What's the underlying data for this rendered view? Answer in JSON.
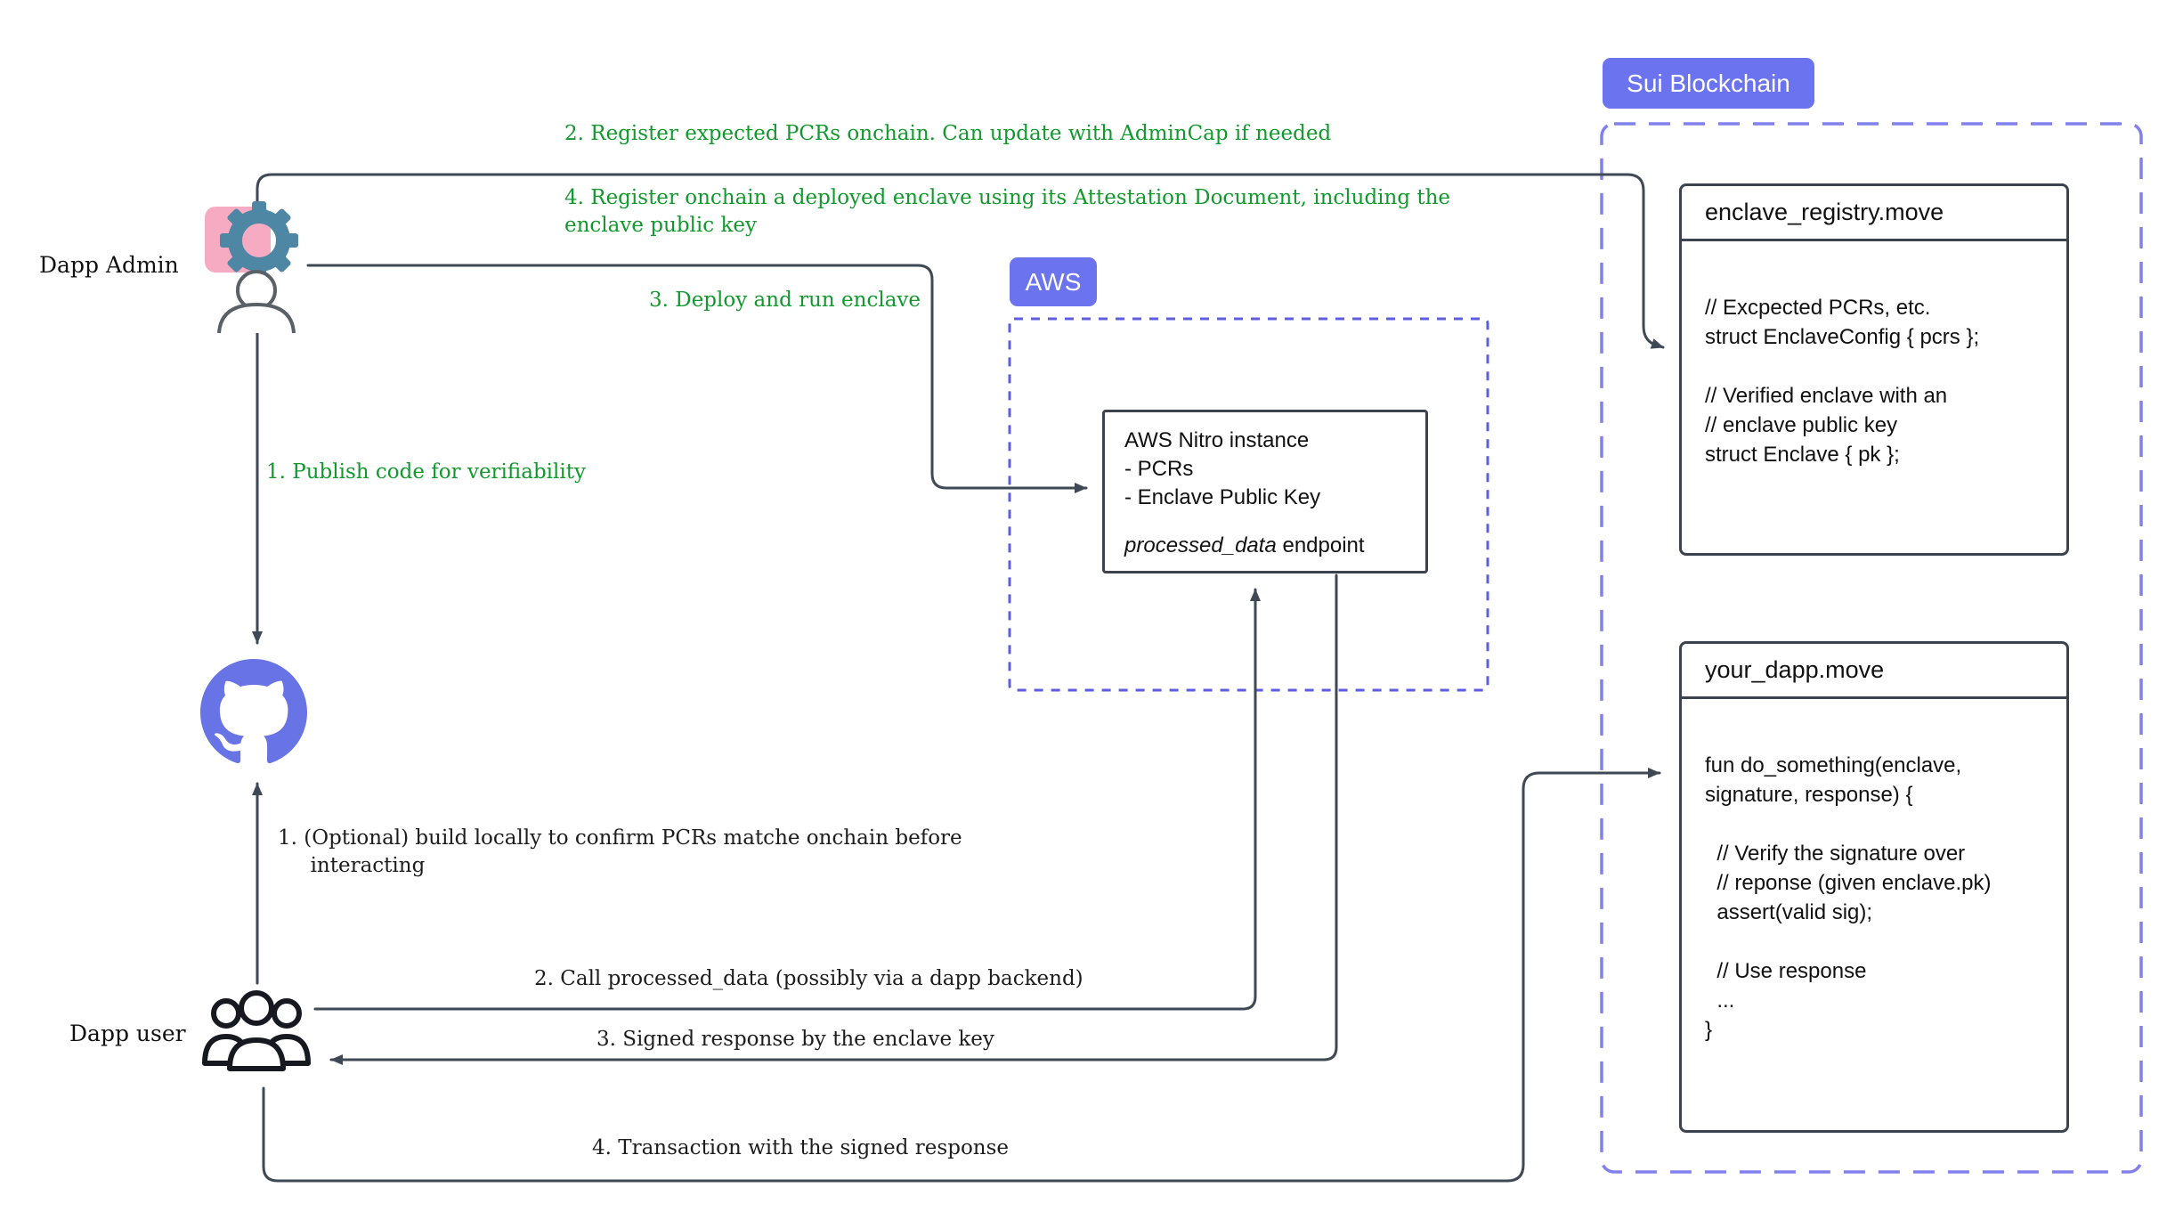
{
  "badges": {
    "sui": "Sui Blockchain",
    "aws": "AWS"
  },
  "actors": {
    "admin_label": "Dapp Admin",
    "user_label": "Dapp user"
  },
  "annotations": {
    "admin_publish": "1. Publish code for verifiability",
    "admin_register_pcrs": "2. Register expected PCRs onchain. Can update with AdminCap if needed",
    "admin_deploy": "3. Deploy and run enclave",
    "admin_register_enclave": "4. Register onchain a deployed enclave using its Attestation Document, including the\nenclave public key",
    "user_build": "1. (Optional) build locally to confirm PCRs matche onchain before\n     interacting",
    "user_call": "2. Call processed_data (possibly via a dapp backend)",
    "user_signed": "3. Signed response by the enclave key",
    "user_tx": "4. Transaction with the signed response"
  },
  "nitro_box": {
    "lines": "AWS Nitro instance\n- PCRs\n- Enclave Public Key",
    "endpoint_name": "processed_data",
    "endpoint_suffix": " endpoint"
  },
  "enclave_registry": {
    "title": "enclave_registry.move",
    "code": "// Excpected PCRs, etc.\nstruct EnclaveConfig { pcrs };\n\n// Verified enclave with an\n// enclave public key\nstruct Enclave { pk };"
  },
  "your_dapp": {
    "title": "your_dapp.move",
    "code": "fun do_something(enclave,\nsignature, response) {\n\n  // Verify the signature over\n  // reponse (given enclave.pk)\n  assert(valid sig);\n\n  // Use response\n  ...\n}"
  },
  "icons": {
    "gear": "gear-icon",
    "admin_person": "person-icon",
    "github": "github-icon",
    "users_group": "users-group-icon"
  },
  "colors": {
    "green_text": "#12992e",
    "purple_badge": "#6b74ee",
    "sui_dash": "#8181ee",
    "aws_dash": "#5d5de2",
    "box_border": "#3c434e",
    "arrow": "#3f4855",
    "github_purple": "#6873e5",
    "gear_teal": "#4e87a3",
    "pink_highlight": "#f7abc3"
  }
}
